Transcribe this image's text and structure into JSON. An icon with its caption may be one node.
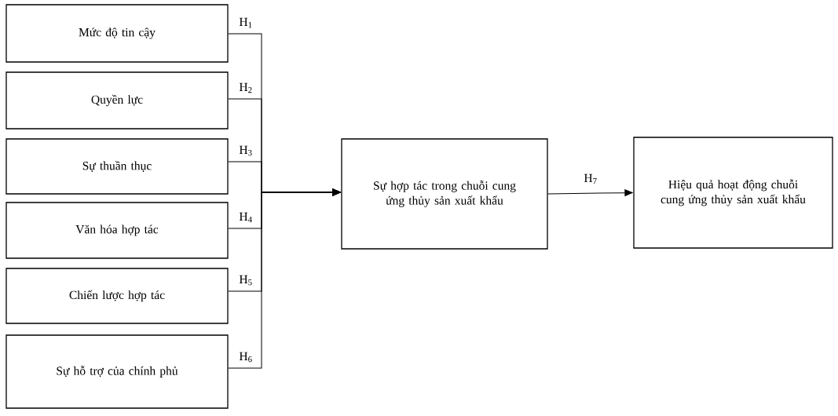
{
  "diagram": {
    "nodes": [
      {
        "text": [
          "Mức độ tin cậy"
        ]
      },
      {
        "text": [
          "Quyền lực"
        ]
      },
      {
        "text": [
          "Sự thuần thục"
        ]
      },
      {
        "text": [
          "Văn hóa hợp tác"
        ]
      },
      {
        "text": [
          "Chiến lược hợp tác"
        ]
      },
      {
        "text": [
          "Sự hỗ trợ của chính phủ"
        ]
      },
      {
        "text": [
          "Sự hợp tác trong chuỗi cung ứng thủy sản xuất khẩu"
        ]
      },
      {
        "text": [
          "Hiệu quả hoạt động chuỗi cung ứng thủy sản xuất khẩu"
        ]
      }
    ],
    "edges": [
      {
        "from": 0,
        "to": 6,
        "arrow": "to",
        "label": "H$_{1}$"
      },
      {
        "from": 1,
        "to": 6,
        "arrow": "to",
        "label": "H$_{2}$"
      },
      {
        "from": 2,
        "to": 6,
        "arrow": "to",
        "label": "H$_{3}$"
      },
      {
        "from": 3,
        "to": 6,
        "arrow": "to",
        "label": "H$_{4}$"
      },
      {
        "from": 4,
        "to": 6,
        "arrow": "to",
        "label": "H$_{5}$"
      },
      {
        "from": 5,
        "to": 6,
        "arrow": "to",
        "label": "H$_{6}$"
      },
      {
        "from": 6,
        "to": 7,
        "arrow": "to",
        "label": "H$_{7}$"
      }
    ]
  }
}
